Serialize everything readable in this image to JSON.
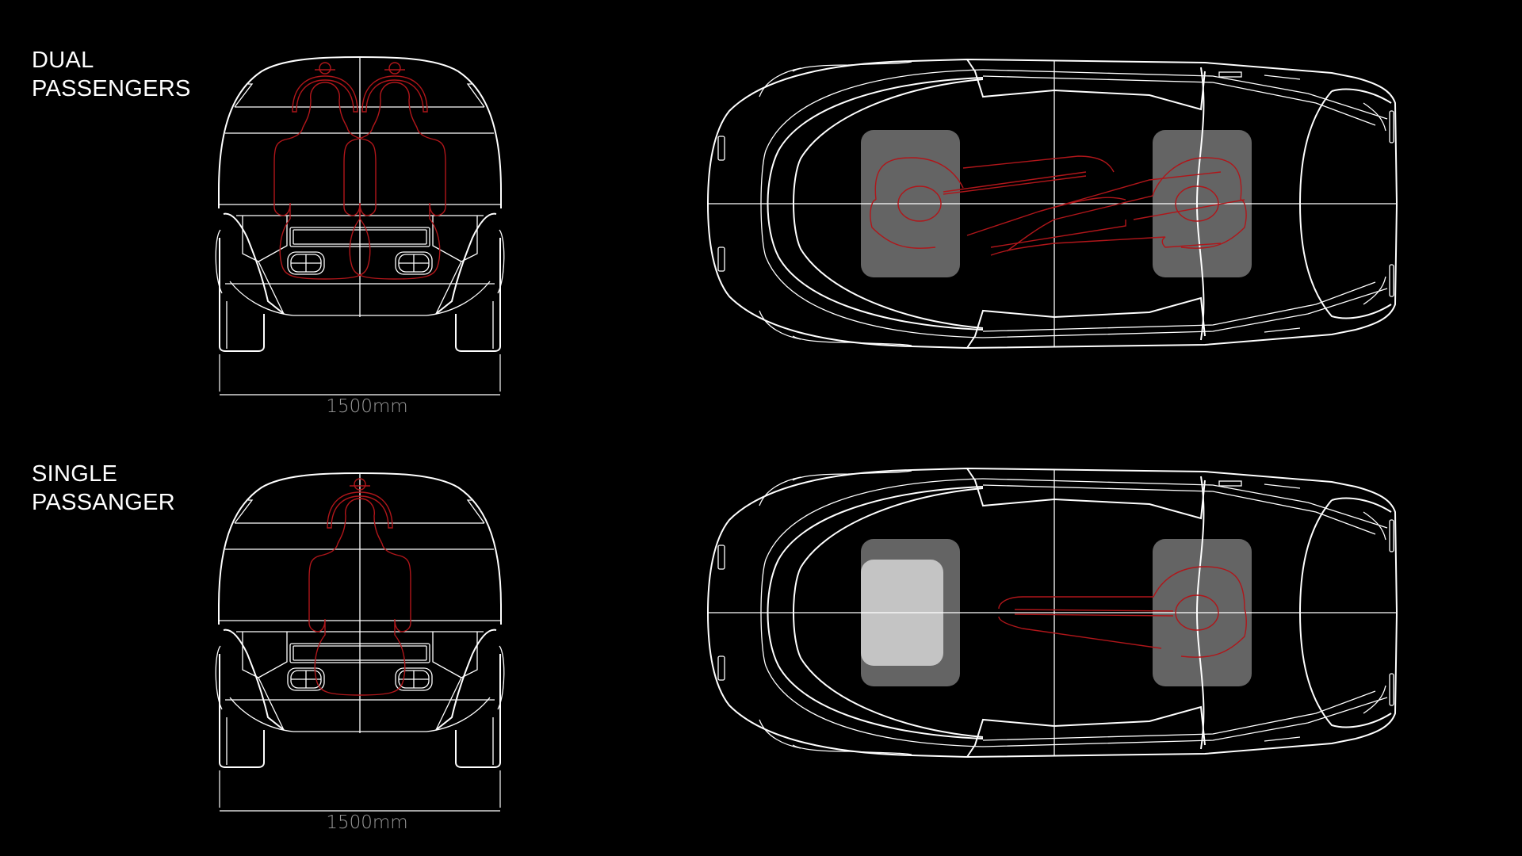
{
  "sections": [
    {
      "title_line1": "DUAL",
      "title_line2": "PASSENGERS",
      "width_dimension": "1500mm",
      "passengers": 2
    },
    {
      "title_line1": "SINGLE",
      "title_line2": "PASSANGER",
      "width_dimension": "1500mm",
      "passengers": 1
    }
  ],
  "colors": {
    "background": "#000000",
    "outline": "#ffffff",
    "occupant": "#b0161a",
    "seat_dark": "#646464",
    "seat_light": "#c4c4c4",
    "dimension_text": "#9a9a9a"
  }
}
